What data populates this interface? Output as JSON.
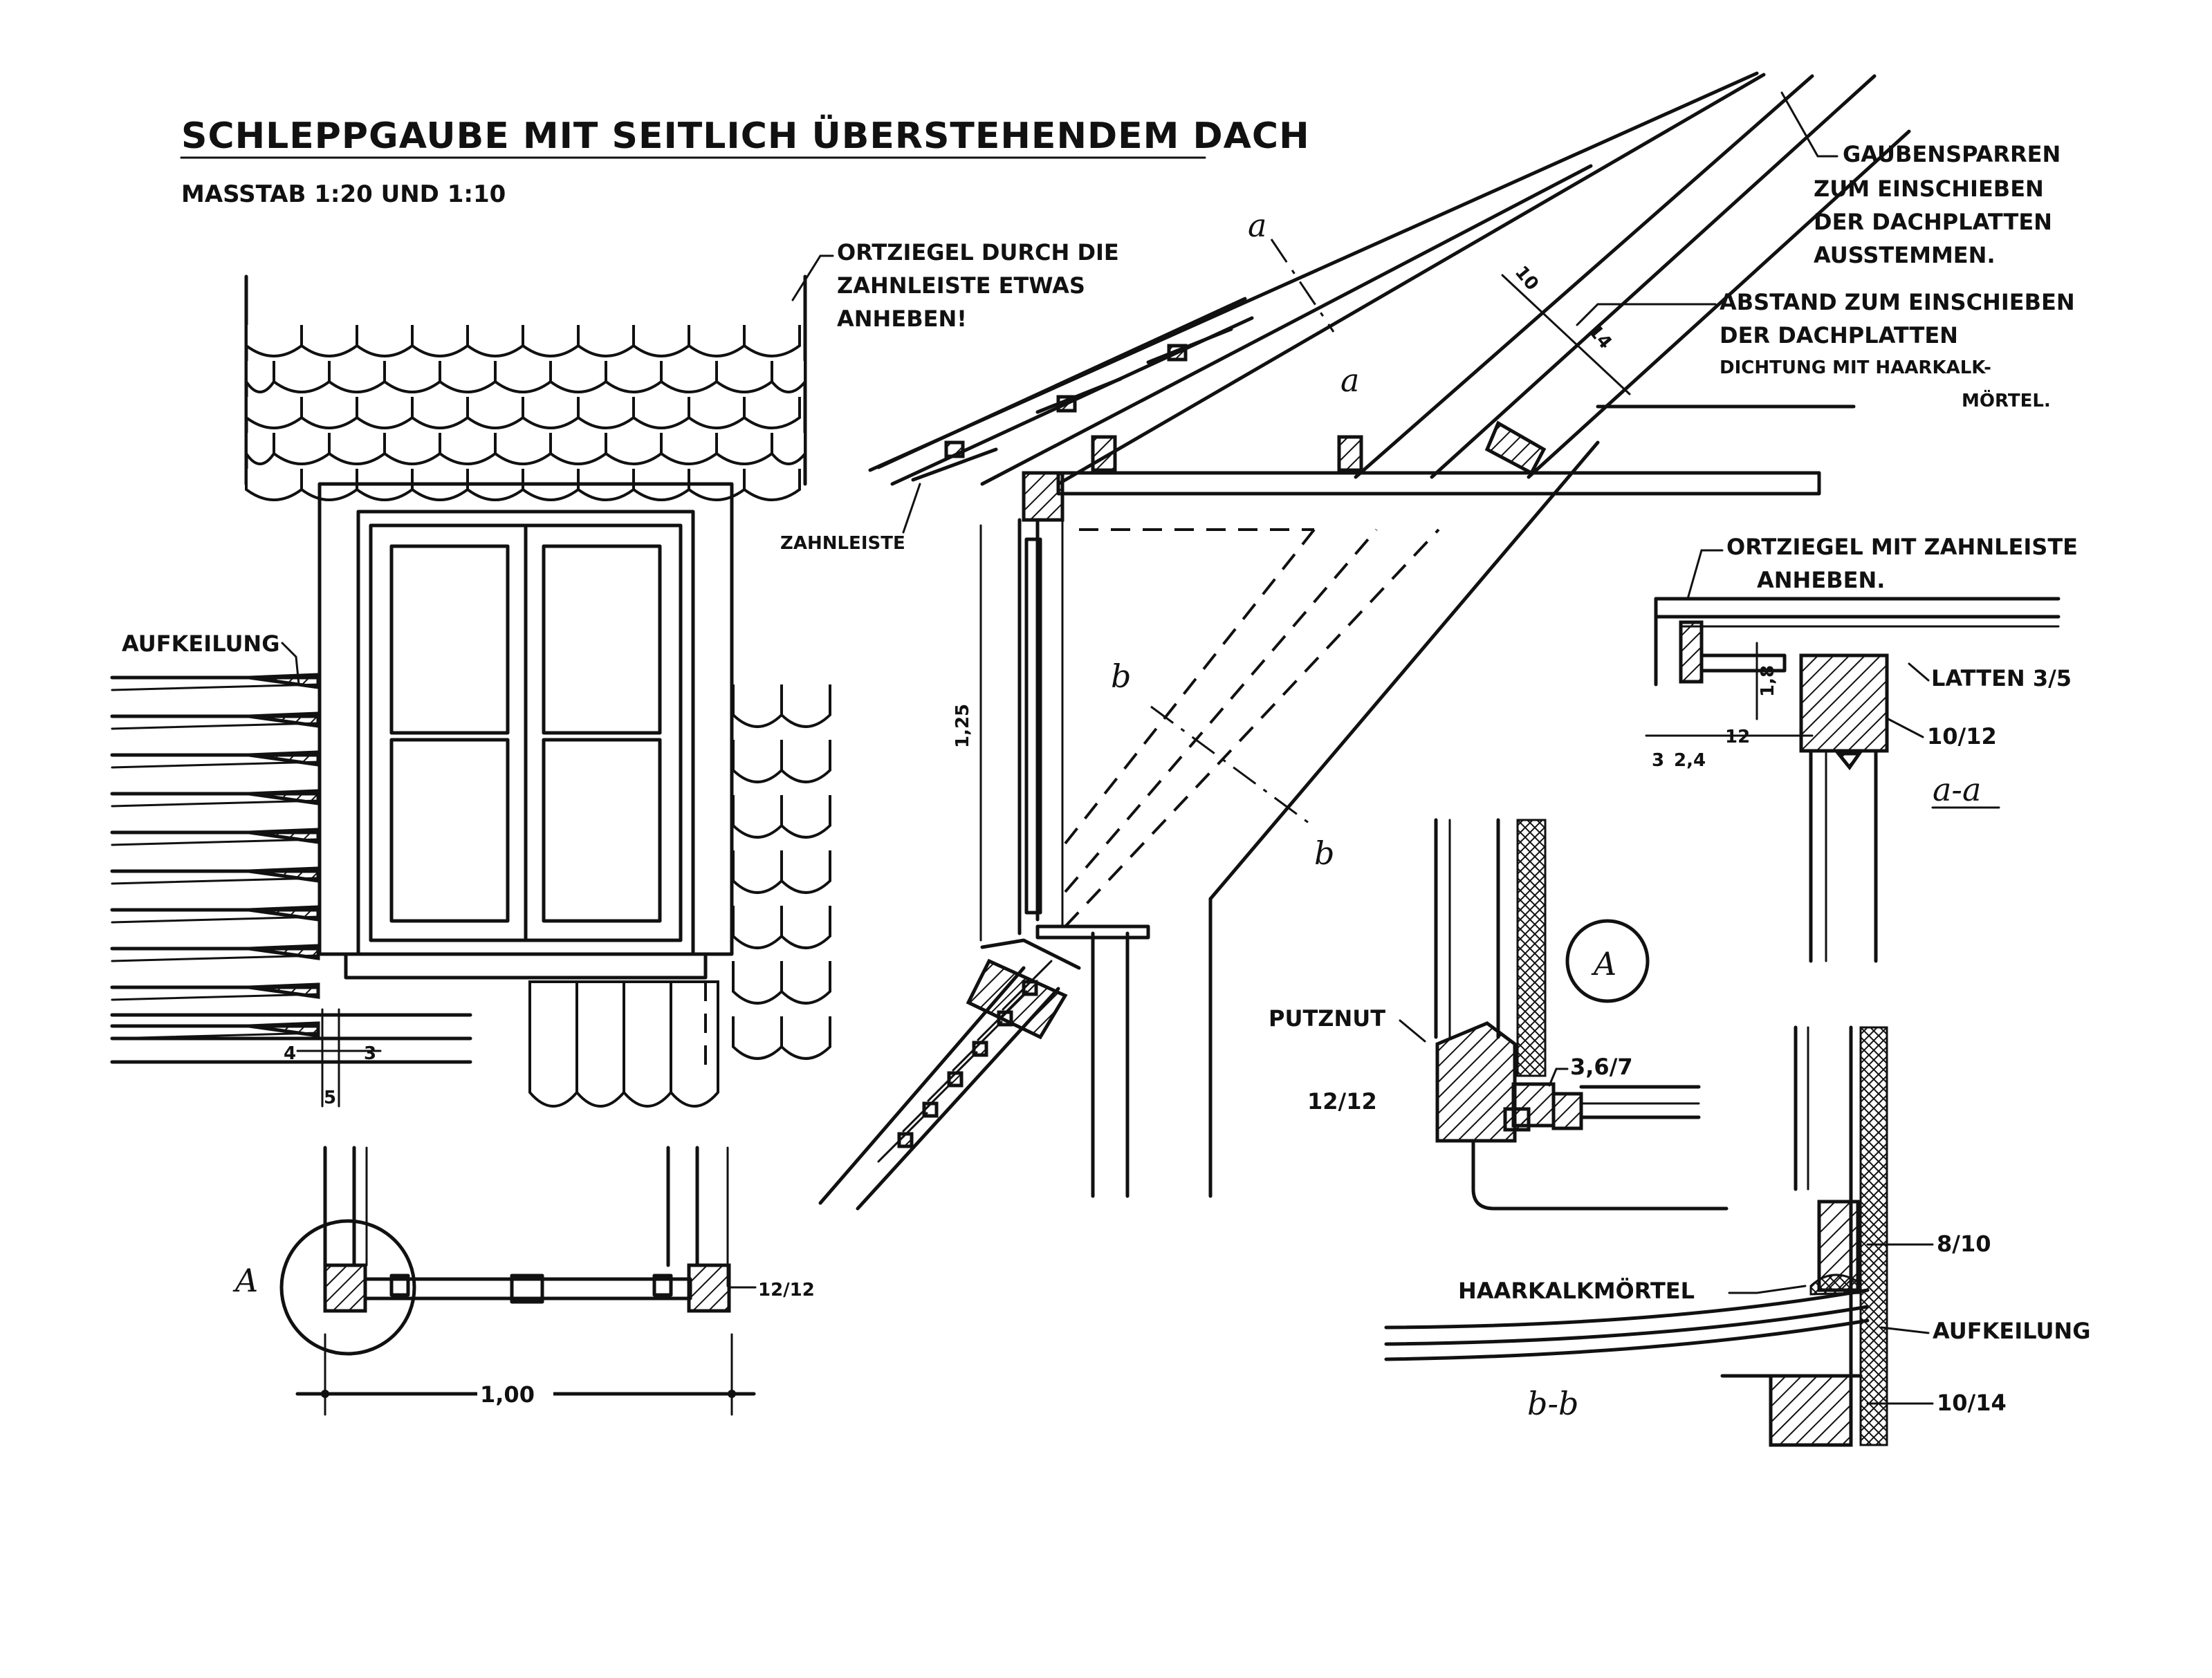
{
  "title": "SCHLEPPGAUBE MIT SEITLICH ÜBERSTEHENDEM DACH",
  "scale": "MASSTAB 1:20 UND 1:10",
  "labels": {
    "ortziegel_1": "ORTZIEGEL DURCH DIE",
    "ortziegel_2": "ZAHNLEISTE ETWAS",
    "ortziegel_3": "ANHEBEN!",
    "zahnleiste": "ZAHNLEISTE",
    "aufkeilung_left": "AUFKEILUNG",
    "gaubensparren_1": "GAUBENSPARREN",
    "gaubensparren_2": "ZUM EINSCHIEBEN",
    "gaubensparren_3": "DER DACHPLATTEN",
    "gaubensparren_4": "AUSSTEMMEN.",
    "abstand_1": "ABSTAND ZUM EINSCHIEBEN",
    "abstand_2": "DER DACHPLATTEN",
    "abstand_3": "DICHTUNG MIT HAARKALK-",
    "abstand_4": "MÖRTEL.",
    "ortziegel_zahn_1": "ORTZIEGEL MIT ZAHNLEISTE",
    "ortziegel_zahn_2": "ANHEBEN.",
    "latten": "LATTEN 3/5",
    "putznut": "PUTZNUT",
    "haarkalk": "HAARKALKMÖRTEL",
    "aufkeilung_right": "AUFKEILUNG",
    "detail_A": "A",
    "detail_A_plan": "A"
  },
  "cut_marks": {
    "a": "a",
    "b": "b",
    "aa": "a-a",
    "bb": "b-b"
  },
  "dimensions": {
    "d_10_upper": "10",
    "d_14": "14",
    "d_125": "1,25",
    "d_18": "1,8",
    "d_12": "12",
    "d_3": "3",
    "d_24": "2,4",
    "d_1012": "10/12",
    "d_4": "4",
    "d_3left": "3",
    "d_5": "5",
    "d_1212_a": "12/12",
    "d_367": "3,6/7",
    "d_1212_plan": "12/12",
    "d_100": "1,00",
    "d_810": "8/10",
    "d_1014": "10/14"
  }
}
